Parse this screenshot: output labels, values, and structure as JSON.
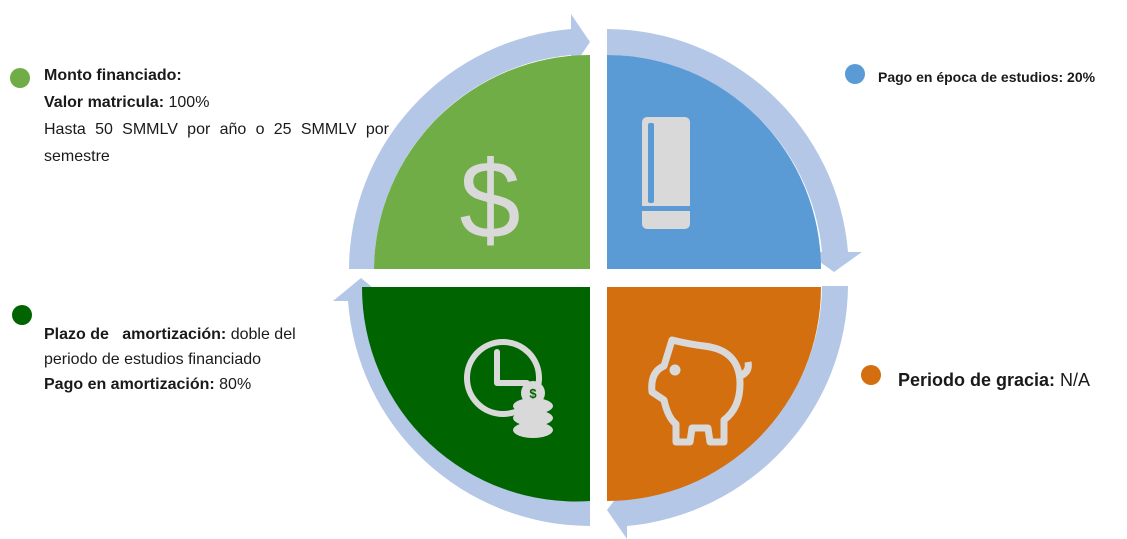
{
  "colors": {
    "green": "#70ad47",
    "blue": "#5b9bd5",
    "orange": "#d46f10",
    "dark_green": "#006400",
    "arrow": "#b4c7e7",
    "icon_light": "#d9d9d9"
  },
  "icons": [
    "dollar-icon",
    "book-icon",
    "clock-coins-icon",
    "piggy-bank-icon"
  ],
  "top_left": {
    "title": "Monto financiado:",
    "line2_label": "Valor matricula:",
    "line2_value": " 100%",
    "line3": "Hasta 50 SMMLV por año o 25 SMMLV por semestre"
  },
  "top_right": {
    "text": "Pago en época de estudios: 20%"
  },
  "bottom_left": {
    "label": "Plazo de   amortización:",
    "text": " doble del periodo de estudios financiado",
    "payment_label": "Pago en amortización:",
    "payment_value": " 80%"
  },
  "bottom_right": {
    "label": "Periodo de gracia:",
    "value": " N/A"
  }
}
